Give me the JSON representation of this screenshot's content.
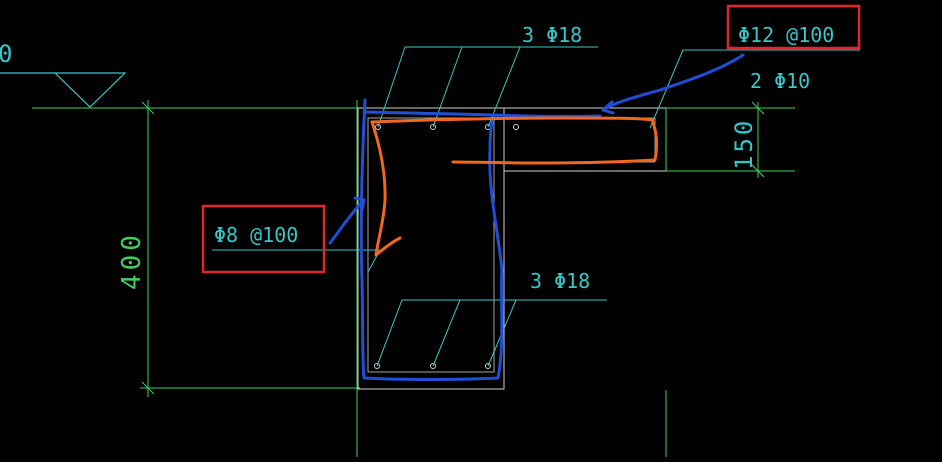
{
  "drawing": {
    "labels": {
      "top_bars": "3 Φ18",
      "bottom_bars": "3 Φ18",
      "slab_bars": "Φ12 @100",
      "slab_side_bars": "2 Φ10",
      "stirrups": "Φ8 @100",
      "dim_height": "400",
      "dim_slab": "150",
      "edge_fragment": "0"
    },
    "highlighted_labels": [
      "Φ12 @100",
      "Φ8 @100"
    ],
    "colors": {
      "background": "#000000",
      "dimension": "#3fcf5a",
      "annotation": "#35c7c9",
      "outline": "#cfcfcf",
      "highlight_box": "#e0262a",
      "blue_markup": "#1f4fd6",
      "orange_markup": "#f2661e"
    }
  }
}
